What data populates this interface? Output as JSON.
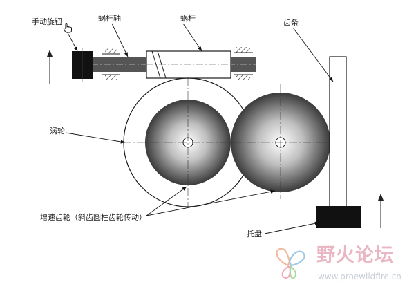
{
  "labels": {
    "knob": "手动旋钮",
    "worm_shaft": "蜗杆轴",
    "worm": "蜗杆",
    "rack": "齿条",
    "worm_wheel": "涡轮",
    "speed_gear": "增速齿轮（斜齿圆柱齿轮传动）",
    "tray": "托盘"
  },
  "watermark": {
    "text": "野火论坛",
    "url": "www.proewildfire.cn"
  },
  "icons": {
    "cursor": "hand-pointer-icon",
    "motion_arrow": "up-arrow-icon",
    "watermark_logo": "butterfly-logo-icon"
  },
  "colors": {
    "line": "#1a1a1a",
    "shaft": "#555555",
    "dark_block": "#111111",
    "watermark_text": "#e9b7c4",
    "watermark_url": "#c9ced8"
  }
}
